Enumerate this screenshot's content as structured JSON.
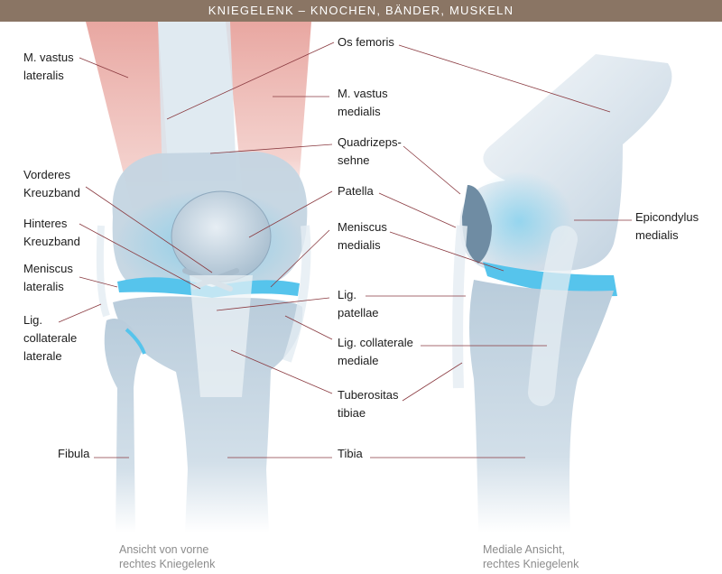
{
  "title": "KNIEGELENK – KNOCHEN, BÄNDER, MUSKELN",
  "labels": {
    "m_vastus_lateralis": [
      "M. vastus",
      "lateralis"
    ],
    "os_femoris": "Os femoris",
    "m_vastus_medialis": [
      "M. vastus",
      "medialis"
    ],
    "quadrizepssehne": [
      "Quadrizeps-",
      "sehne"
    ],
    "vorderes_kreuzband": [
      "Vorderes",
      "Kreuzband"
    ],
    "patella": "Patella",
    "hinteres_kreuzband": [
      "Hinteres",
      "Kreuzband"
    ],
    "meniscus_medialis": [
      "Meniscus",
      "medialis"
    ],
    "epicondylus_medialis": [
      "Epicondylus",
      "medialis"
    ],
    "meniscus_lateralis": [
      "Meniscus",
      "lateralis"
    ],
    "lig_patellae": [
      "Lig.",
      "patellae"
    ],
    "lig_collaterale_laterale": [
      "Lig.",
      "collaterale",
      "laterale"
    ],
    "lig_collaterale_mediale": [
      "Lig. collaterale",
      "mediale"
    ],
    "tuberositas_tibiae": [
      "Tuberositas",
      "tibiae"
    ],
    "fibula": "Fibula",
    "tibia": "Tibia"
  },
  "captions": {
    "front": [
      "Ansicht von vorne",
      "rechtes Kniegelenk"
    ],
    "side": [
      "Mediale Ansicht,",
      "rechtes Kniegelenk"
    ]
  },
  "colors": {
    "title_bar": "#8a7564",
    "bone": "#c7d7e3",
    "muscle": "#e8a9a4",
    "cartilage": "#5cc8ee",
    "leader_line": "#8a3a40"
  }
}
